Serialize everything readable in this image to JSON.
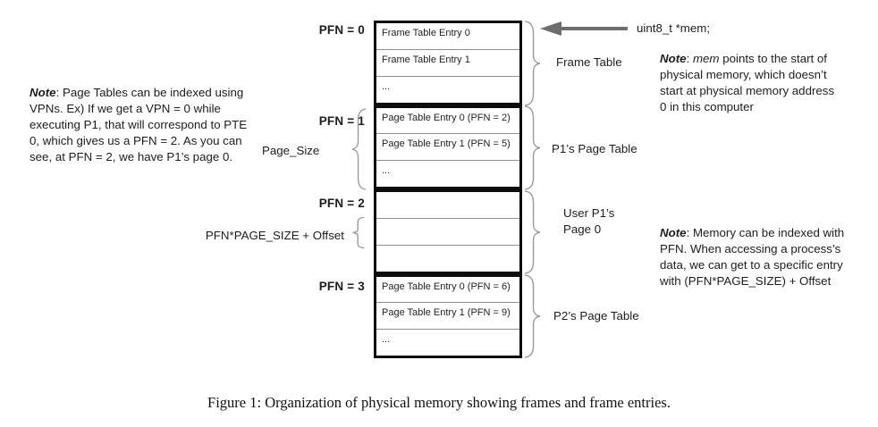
{
  "figure": {
    "caption": "Figure 1: Organization of physical memory showing frames and frame entries.",
    "pointer_label": "uint8_t *mem;"
  },
  "memory": {
    "sections": [
      {
        "pfn_label": "PFN = 0",
        "right_label": "Frame Table",
        "rows": [
          "Frame Table Entry 0",
          "Frame Table Entry 1",
          "..."
        ]
      },
      {
        "pfn_label": "PFN = 1",
        "right_label": "P1’s Page Table",
        "rows": [
          "Page Table Entry 0 (PFN = 2)",
          "Page Table Entry 1 (PFN = 5)",
          "..."
        ]
      },
      {
        "pfn_label": "PFN = 2",
        "right_label": "User P1’s\nPage 0",
        "rows": [
          "",
          "",
          ""
        ]
      },
      {
        "pfn_label": "PFN = 3",
        "right_label": "P2’s Page Table",
        "rows": [
          "Page Table Entry 0 (PFN = 6)",
          "Page Table Entry 1 (PFN = 9)",
          "..."
        ]
      }
    ],
    "left_annotations": {
      "page_size": "Page_Size",
      "offset": "PFN*PAGE_SIZE + Offset"
    }
  },
  "notes": {
    "left": {
      "prefix": "Note",
      "body": ": Page Tables can be indexed using VPNs. Ex) If we get a VPN = 0 while executing P1, that will correspond to PTE 0, which gives us a PFN = 2. As you can see, at PFN = 2, we have P1’s page 0."
    },
    "top_right": {
      "prefix": "Note",
      "colon": ": ",
      "emph": "mem",
      "body": " points to the start of physical memory, which doesn’t start at physical memory address 0 in this computer"
    },
    "bottom_right": {
      "prefix": "Note",
      "body": ": Memory can be indexed with PFN. When accessing a process’s data, we can get to a specific entry with (PFN*PAGE_SIZE) + Offset"
    }
  },
  "colors": {
    "border_thick": "#0d0d0d",
    "row_divider": "#8f8f8f",
    "brace": "#999999",
    "arrow": "#6e6e6e",
    "text": "#1c1c1c"
  }
}
